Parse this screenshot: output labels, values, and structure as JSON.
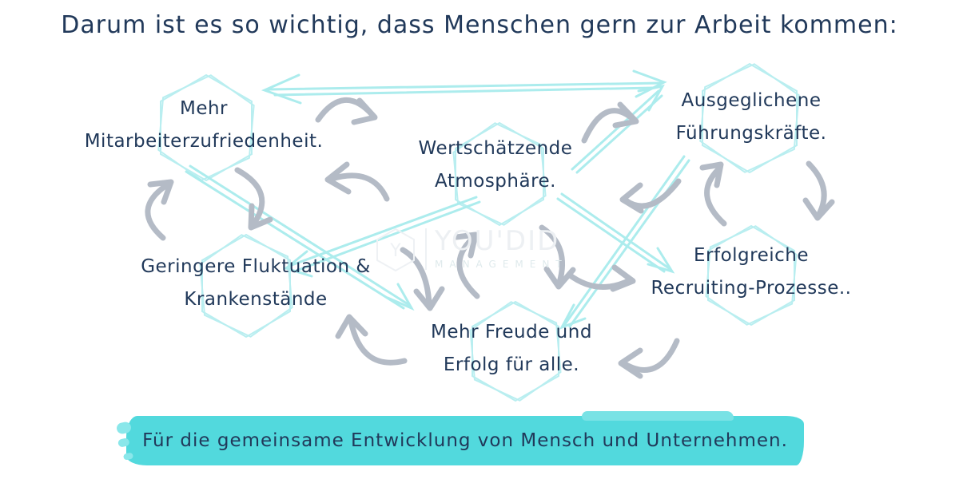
{
  "title": "Darum ist es so wichtig, dass Menschen gern zur Arbeit kommen:",
  "nodes": [
    {
      "id": "mitarbeiterzufriedenheit",
      "lines": [
        "Mehr",
        "Mitarbeiterzufriedenheit."
      ]
    },
    {
      "id": "atmosphaere",
      "lines": [
        "Wertschätzende",
        "Atmosphäre."
      ]
    },
    {
      "id": "fuehrungskraefte",
      "lines": [
        "Ausgeglichene",
        "Führungskräfte."
      ]
    },
    {
      "id": "fluktuation",
      "lines": [
        "Geringere Fluktuation &",
        "Krankenstände"
      ]
    },
    {
      "id": "recruiting",
      "lines": [
        "Erfolgreiche",
        "Recruiting-Prozesse.."
      ]
    },
    {
      "id": "freude",
      "lines": [
        "Mehr Freude und",
        "Erfolg für alle."
      ]
    }
  ],
  "footer": {
    "text": "Für die gemeinsame Entwicklung von Mensch und Unternehmen."
  },
  "watermark": {
    "brand": "YOU'DID",
    "subtitle": "MANAGEMENT",
    "logo_letter": "Y"
  },
  "colors": {
    "text_navy": "#21395a",
    "highlight_turquoise": "#52d9dd",
    "hexagon_cyan": "#b9eef0",
    "arrow_cyan": "#aceced",
    "arrow_gray": "#b4bbc6",
    "watermark_gray": "#edf0f3",
    "background": "#ffffff"
  }
}
